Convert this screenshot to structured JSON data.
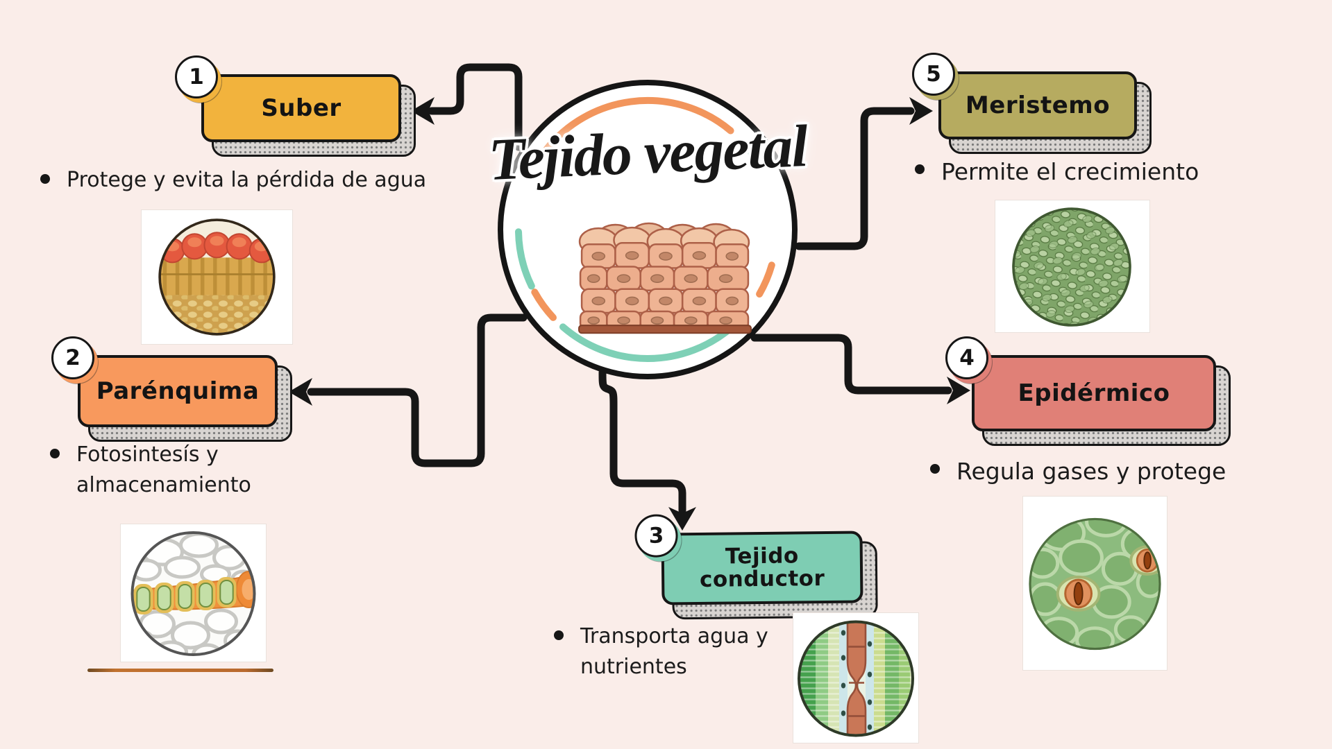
{
  "colors": {
    "background": "#FAEDE9",
    "ink": "#161616",
    "accent_orange": "#F2955C",
    "accent_teal": "#7ED0B6"
  },
  "center": {
    "title": "Tejido vegetal",
    "illustration": "plant-tissue-block-illustration"
  },
  "nodes": [
    {
      "number": "1",
      "label": "Suber",
      "color": "#F2B33D",
      "description": "Protege y evita la pérdida de agua",
      "image": "suber-micrograph"
    },
    {
      "number": "2",
      "label": "Parénquima",
      "color": "#F8995D",
      "description": "Fotosintesís y almacenamiento",
      "image": "parenchyma-micrograph"
    },
    {
      "number": "3",
      "label": "Tejido\nconductor",
      "color": "#7ECDB3",
      "description": "Transporta agua y nutrientes",
      "image": "vascular-tissue-micrograph"
    },
    {
      "number": "4",
      "label": "Epidérmico",
      "color": "#E08077",
      "description": "Regula gases y protege",
      "image": "epidermis-stomata-micrograph"
    },
    {
      "number": "5",
      "label": "Meristemo",
      "color": "#B6AB60",
      "description": "Permite el crecimiento",
      "image": "meristem-micrograph"
    }
  ]
}
